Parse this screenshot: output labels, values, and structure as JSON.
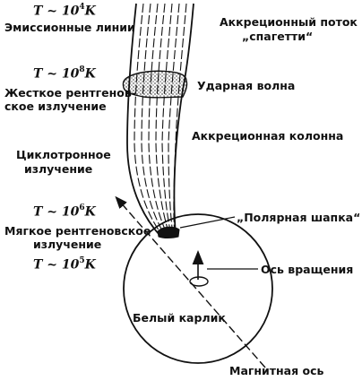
{
  "temperatures": {
    "t1": {
      "prefix": "T ~ 10",
      "exp": "4",
      "unit": "K"
    },
    "t2": {
      "prefix": "T ~ 10",
      "exp": "8",
      "unit": "K"
    },
    "t3": {
      "prefix": "T ~ 10",
      "exp": "6",
      "unit": "K"
    },
    "t4": {
      "prefix": "T ~ 10",
      "exp": "5",
      "unit": "K"
    }
  },
  "labels": {
    "emission_lines": "Эмиссионные линии",
    "hard_xray_1": "Жесткое рентгенов-",
    "hard_xray_2": "ское излучение",
    "cyclotron_1": "Циклотронное",
    "cyclotron_2": "излучение",
    "soft_xray_1": "Мягкое рентгеновское",
    "soft_xray_2": "излучение",
    "accretion_flow_1": "Аккреционный поток",
    "accretion_flow_2": "„спагетти“",
    "shock_wave": "Ударная волна",
    "accretion_column": "Аккреционная колонна",
    "polar_cap": "„Полярная шапка“",
    "rotation_axis": "Ось вращения",
    "white_dwarf": "Белый карлик",
    "magnetic_axis": "Магнитная ось"
  }
}
